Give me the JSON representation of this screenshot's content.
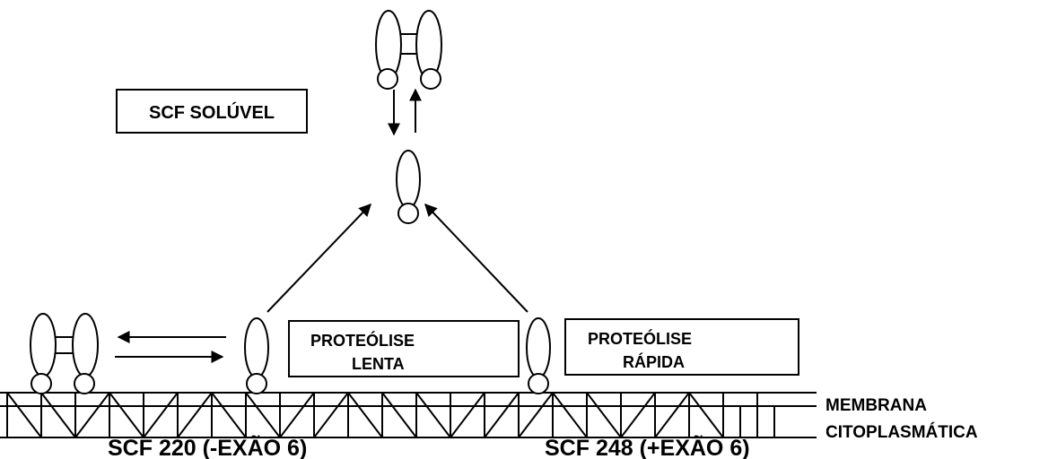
{
  "labels": {
    "soluble": "SCF SOLÚVEL",
    "slow_line1": "PROTEÓLISE",
    "slow_line2": "LENTA",
    "fast_line1": "PROTEÓLISE",
    "fast_line2": "RÁPIDA",
    "membrane_line1": "MEMBRANA",
    "membrane_line2": "CITOPLASMÁTICA",
    "isoform_220": "SCF 220 (-EXÃO 6)",
    "isoform_248": "SCF 248 (+EXÃO 6)"
  },
  "colors": {
    "stroke": "#000000",
    "background": "#ffffff"
  }
}
